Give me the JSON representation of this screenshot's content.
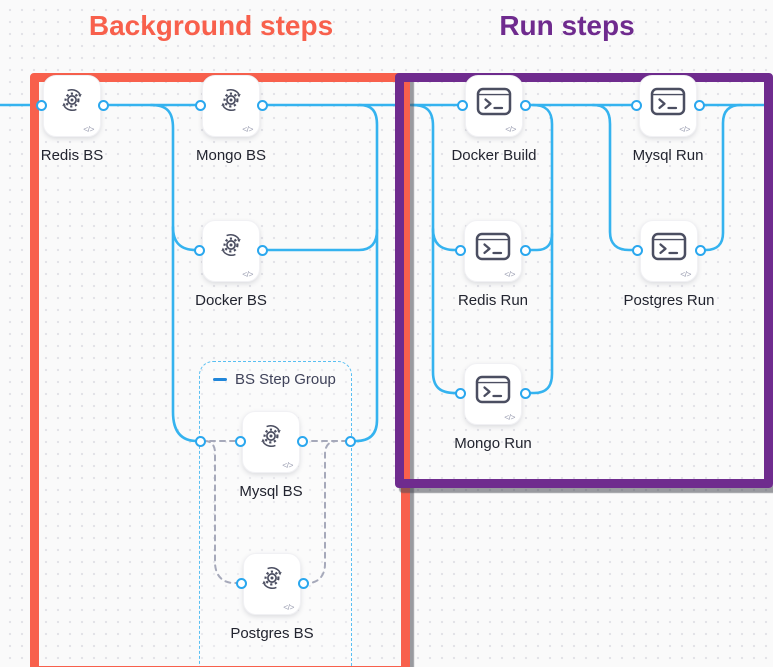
{
  "titles": {
    "background": "Background steps",
    "run": "Run steps"
  },
  "group": {
    "label": "BS Step Group"
  },
  "nodes": [
    {
      "id": "redis-bs",
      "label": "Redis BS",
      "icon": "background-step-icon"
    },
    {
      "id": "mongo-bs",
      "label": "Mongo BS",
      "icon": "background-step-icon"
    },
    {
      "id": "docker-bs",
      "label": "Docker BS",
      "icon": "background-step-icon"
    },
    {
      "id": "mysql-bs",
      "label": "Mysql BS",
      "icon": "background-step-icon"
    },
    {
      "id": "postgres-bs",
      "label": "Postgres BS",
      "icon": "background-step-icon"
    },
    {
      "id": "docker-build",
      "label": "Docker Build",
      "icon": "run-step-icon"
    },
    {
      "id": "mysql-run",
      "label": "Mysql Run",
      "icon": "run-step-icon"
    },
    {
      "id": "redis-run",
      "label": "Redis Run",
      "icon": "run-step-icon"
    },
    {
      "id": "postgres-run",
      "label": "Postgres Run",
      "icon": "run-step-icon"
    },
    {
      "id": "mongo-run",
      "label": "Mongo Run",
      "icon": "run-step-icon"
    }
  ],
  "badges": {
    "code": "</>"
  },
  "colors": {
    "red": "#f8604c",
    "purple": "#6f2b8e",
    "wire": "#35b3ef",
    "dashWire": "#a6a9ba",
    "groupBorder": "#58bff2",
    "blueDash": "#2186d9",
    "portRing": "#2aa7ee",
    "icon": "#4b4e61",
    "badge": "#9da0b3"
  }
}
